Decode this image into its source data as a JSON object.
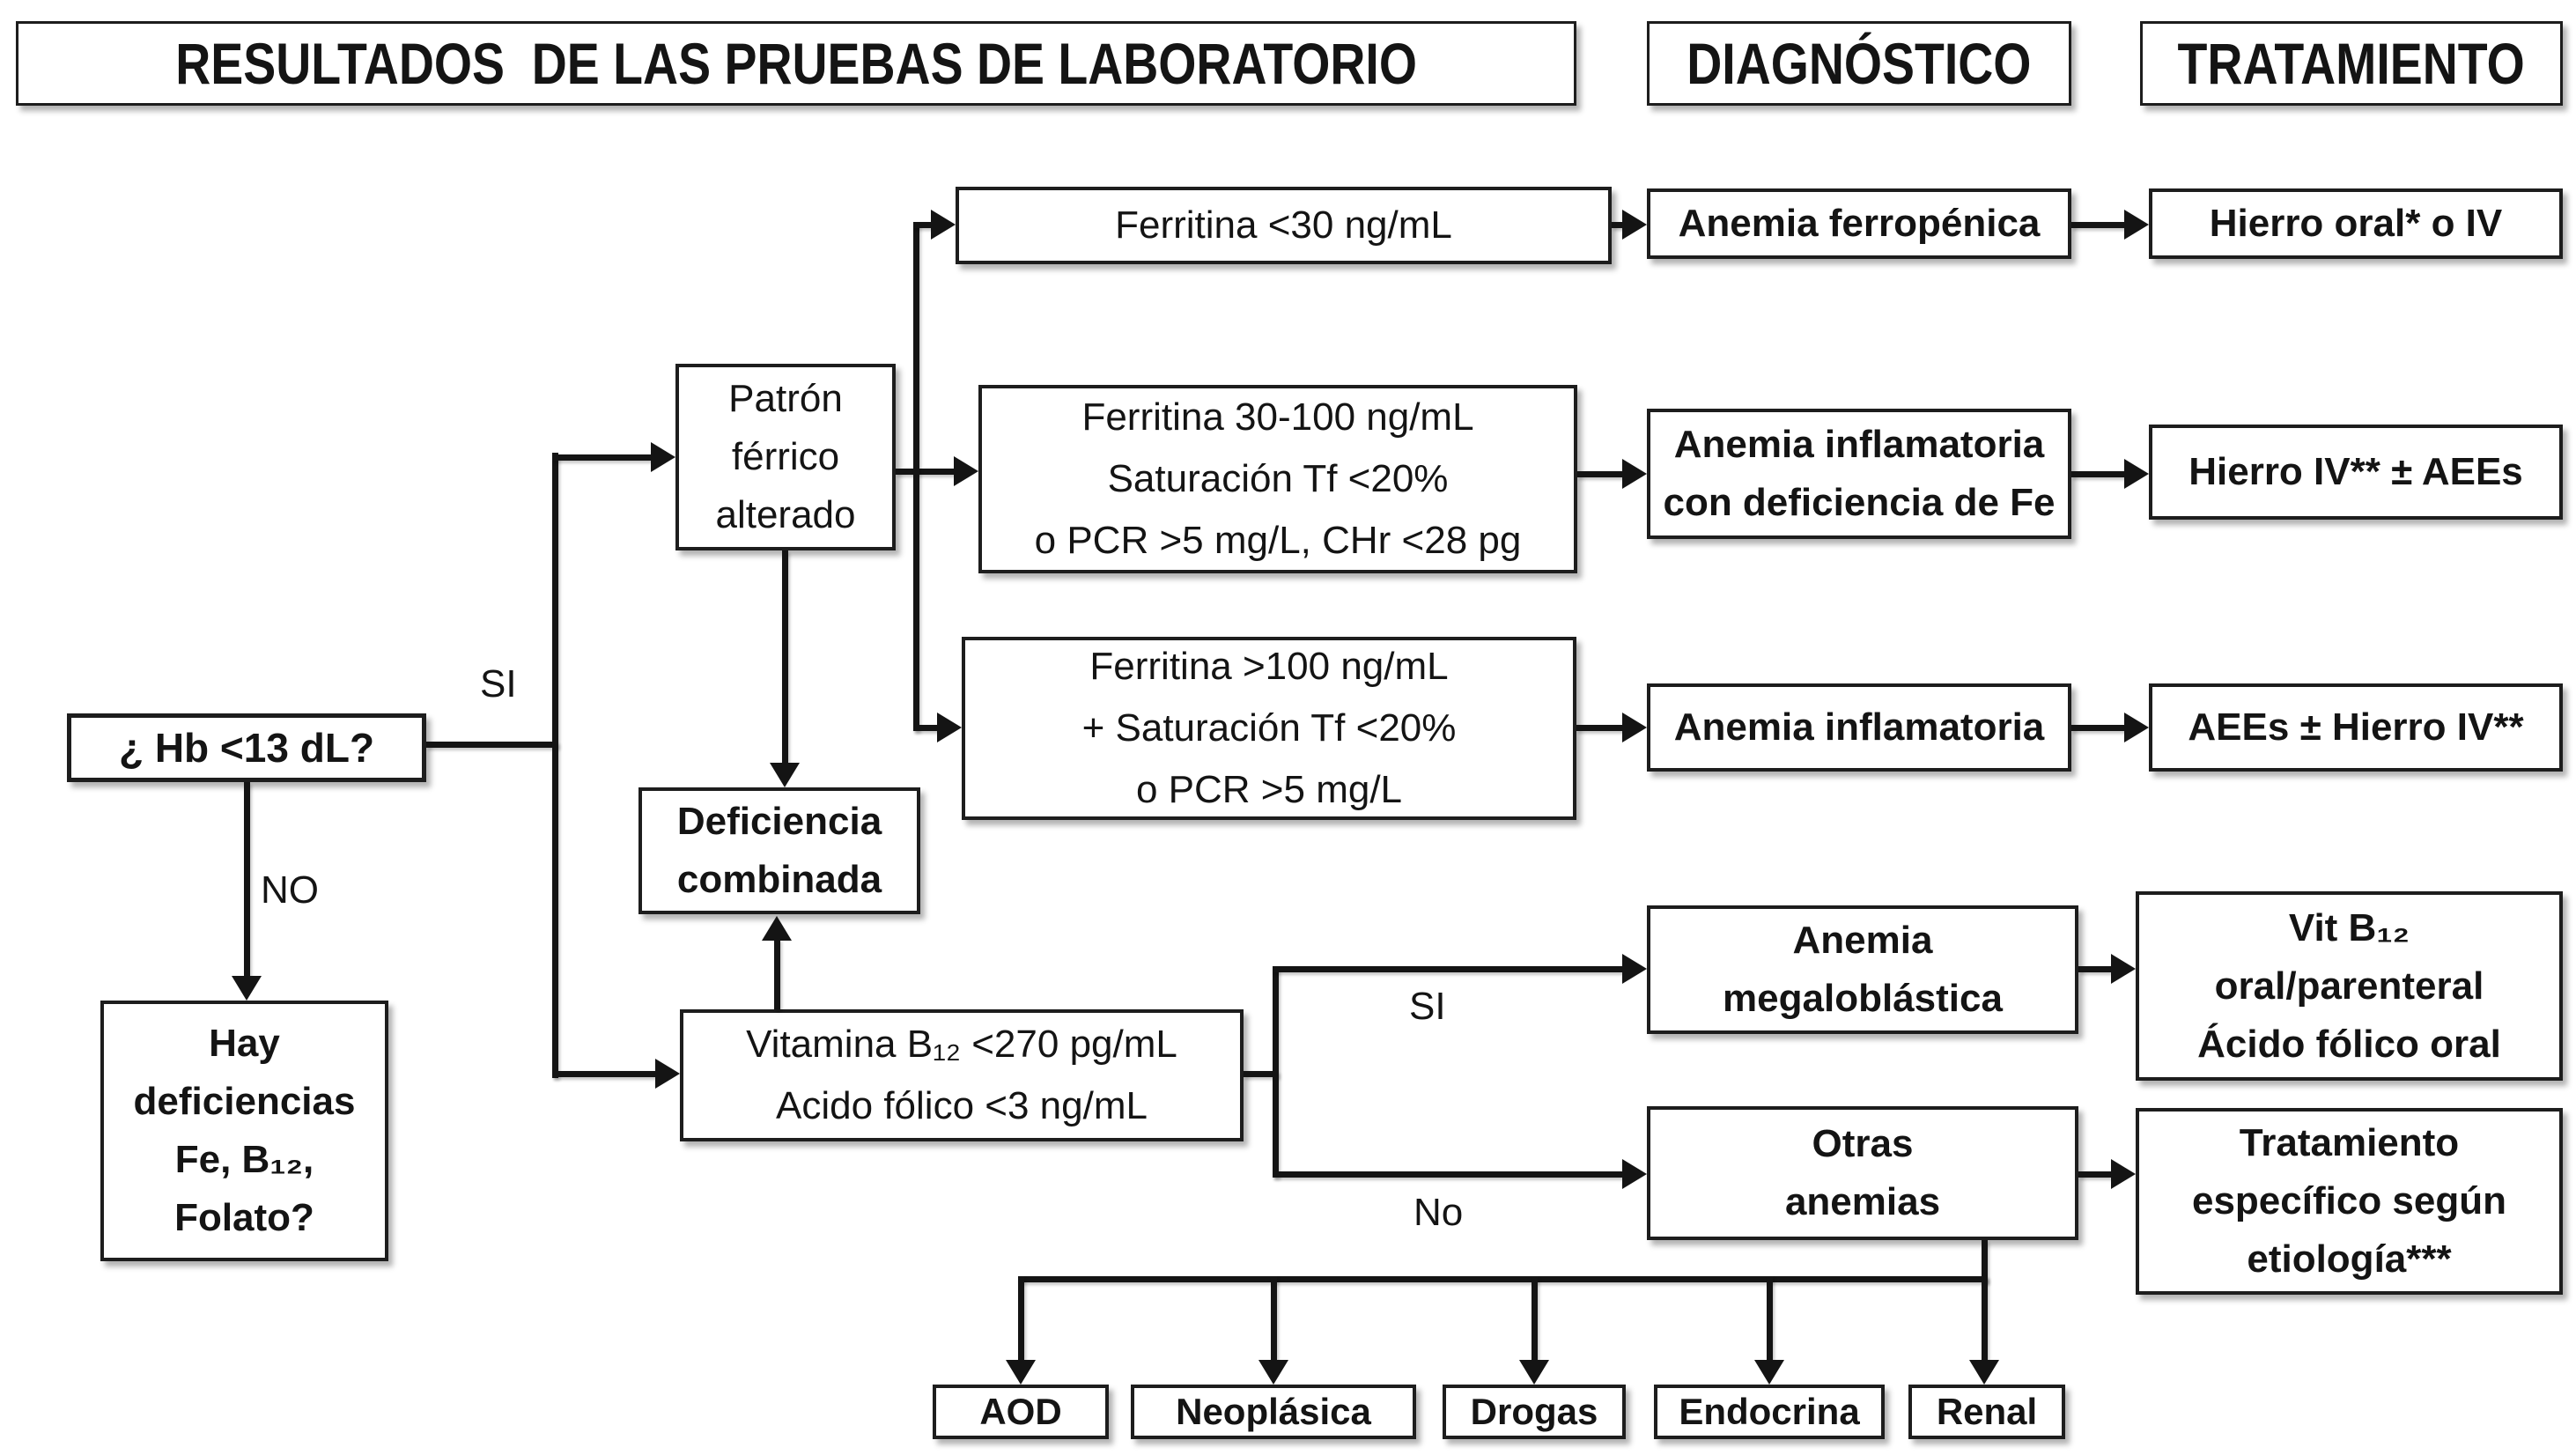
{
  "headers": {
    "results": "RESULTADOS  DE LAS PRUEBAS DE LABORATORIO",
    "diagnosis": "DIAGNÓSTICO",
    "treatment": "TRATAMIENTO"
  },
  "decision": {
    "hb_question": "¿ Hb <13 dL?",
    "si_top": "SI",
    "no_top": "NO",
    "si_mid": "SI",
    "no_mid": "No"
  },
  "hay_box": {
    "l1": "Hay",
    "l2": "deficiencias",
    "l3": "Fe, B₁₂,",
    "l4": "Folato?"
  },
  "patron_box": {
    "l1": "Patrón",
    "l2": "férrico",
    "l3": "alterado"
  },
  "deficiencia_box": {
    "l1": "Deficiencia",
    "l2": "combinada"
  },
  "vitamina_box": {
    "l1": "Vitamina B₁₂  <270 pg/mL",
    "l2": "Acido fólico <3 ng/mL"
  },
  "row1": {
    "lab": "Ferritina <30 ng/mL",
    "dx": "Anemia ferropénica",
    "tx": "Hierro oral* o IV"
  },
  "row2": {
    "lab1": "Ferritina 30-100 ng/mL",
    "lab2": "Saturación Tf <20%",
    "lab3": "o PCR >5 mg/L, CHr <28 pg",
    "dx1": "Anemia inflamatoria",
    "dx2": "con deficiencia de Fe",
    "tx": "Hierro IV** ± AEEs"
  },
  "row3": {
    "lab1": "Ferritina >100 ng/mL",
    "lab2": "+ Saturación Tf <20%",
    "lab3": "o PCR >5 mg/L",
    "dx": "Anemia inflamatoria",
    "tx": "AEEs ± Hierro IV**"
  },
  "mega": {
    "dx1": "Anemia",
    "dx2": "megaloblástica",
    "tx1": "Vit B₁₂",
    "tx2": "oral/parenteral",
    "tx3": "Ácido fólico oral"
  },
  "otras": {
    "dx1": "Otras",
    "dx2": "anemias",
    "tx1": "Tratamiento",
    "tx2": "específico según",
    "tx3": "etiología***"
  },
  "etiologies": [
    "AOD",
    "Neoplásica",
    "Drogas",
    "Endocrina",
    "Renal"
  ],
  "colors": {
    "line": "#141414",
    "border": "#1d1d1d",
    "background": "#ffffff",
    "text": "#141414"
  }
}
